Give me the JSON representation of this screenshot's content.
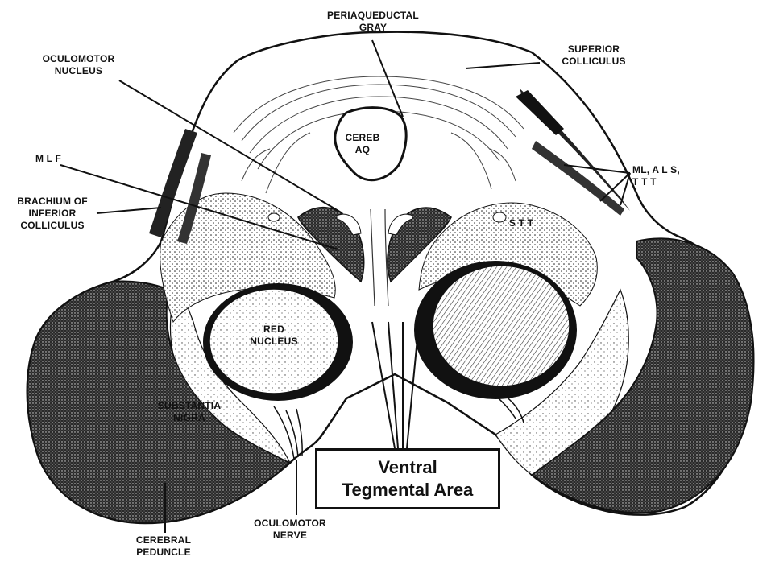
{
  "labels": {
    "periaqueductal_gray": "PERIAQUEDUCTAL\nGRAY",
    "superior_colliculus": "SUPERIOR\nCOLLICULUS",
    "oculomotor_nucleus": "OCULOMOTOR\nNUCLEUS",
    "cereb_aq": "CEREB\nAQ",
    "mlf": "M L F",
    "brachium": "BRACHIUM OF\nINFERIOR\nCOLLICULUS",
    "ml_als_ttt": "ML, A L S,\nT T T",
    "stt": "S T T",
    "red_nucleus": "RED\nNUCLEUS",
    "substantia_nigra": "SUBSTANTIA\nNIGRA",
    "cerebral_peduncle": "CEREBRAL\nPEDUNCLE",
    "oculomotor_nerve": "OCULOMOTOR\nNERVE",
    "ventral_tegmental_area": "Ventral\nTegmental Area"
  }
}
